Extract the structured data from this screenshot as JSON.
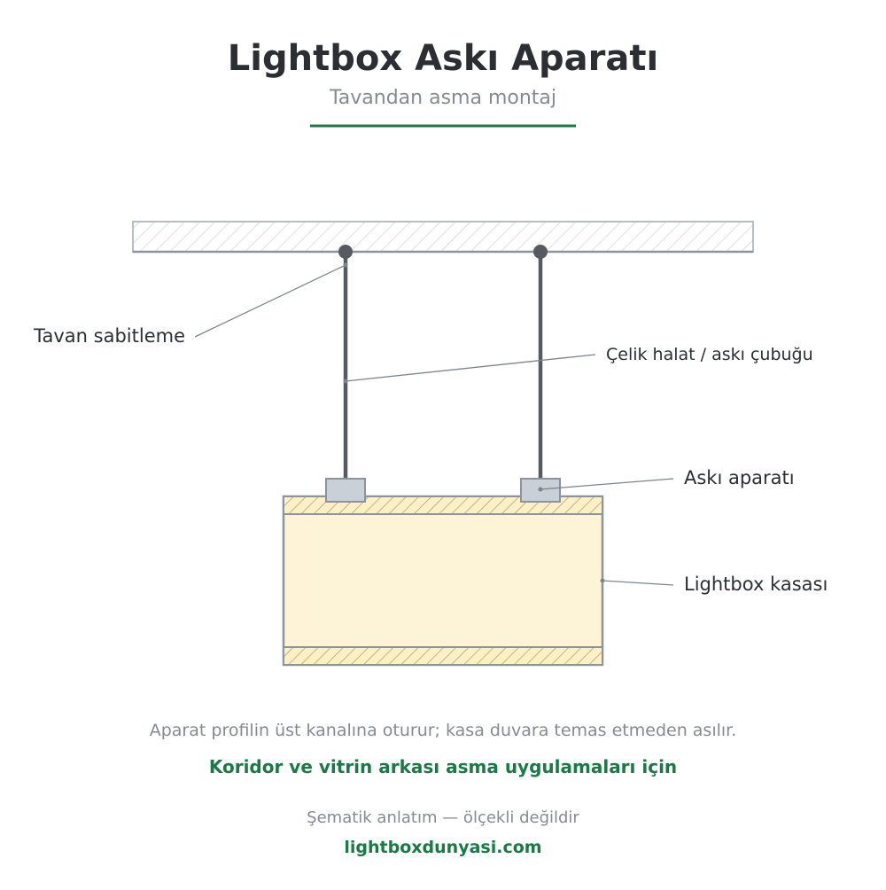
{
  "header": {
    "title": "Lightbox Askı Aparatı",
    "subtitle": "Tavandan asma montaj"
  },
  "labels": {
    "ceiling_anchor": "Tavan sabitleme",
    "cable": "Çelik halat / askı çubuğu",
    "hanger": "Askı aparatı",
    "case": "Lightbox kasası"
  },
  "notes": {
    "description": "Aparat profilin üst kanalına oturur; kasa duvara temas etmeden asılır.",
    "usage": "Koridor ve vitrin arkası asma uygulamaları için"
  },
  "footer": {
    "disclaimer": "Şematik anlatım — ölçekli değildir",
    "website": "lightboxdunyasi.com"
  },
  "colors": {
    "accent": "#1a7a45",
    "text_dark": "#2b2f33",
    "text_muted": "#858b91",
    "steel": "#565b62",
    "outline": "#8b949c",
    "case_fill": "#fdf4d8",
    "hanger_fill": "#c9d0d7"
  }
}
